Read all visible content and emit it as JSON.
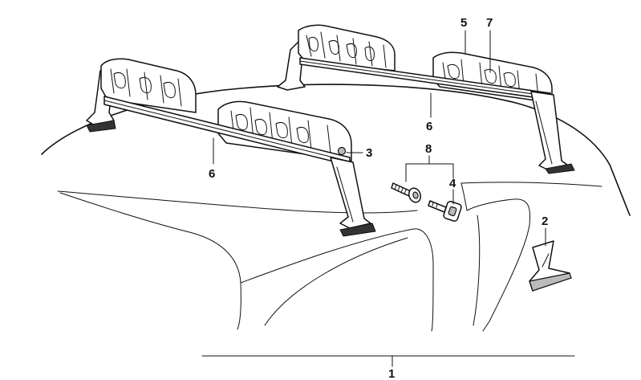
{
  "callouts": {
    "c1": "1",
    "c2": "2",
    "c3": "3",
    "c4": "4",
    "c5": "5",
    "c6a": "6",
    "c6b": "6",
    "c7": "7",
    "c8": "8"
  },
  "colors": {
    "ink": "#111111",
    "shade": "#bbbbbb",
    "background": "#ffffff"
  }
}
